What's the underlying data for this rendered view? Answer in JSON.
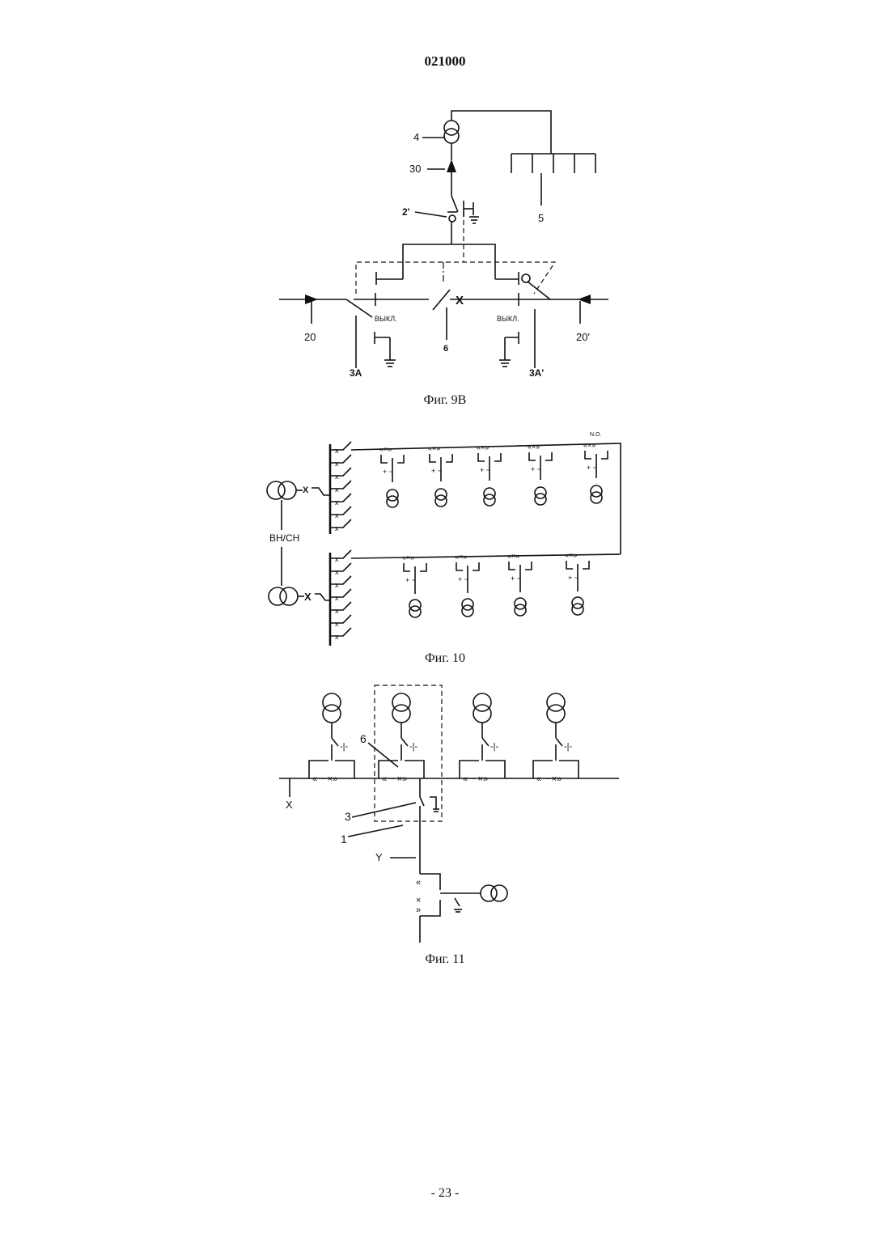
{
  "header": {
    "doc_number": "021000"
  },
  "fig9b": {
    "caption": "Фиг. 9В",
    "labels": {
      "l4": "4",
      "l30": "30",
      "l2p": "2'",
      "l5": "5",
      "l20": "20",
      "l20p": "20'",
      "l6": "6",
      "l3a": "3A",
      "l3ap": "3A'",
      "off_left": "ВЫКЛ.",
      "off_right": "ВЫКЛ.",
      "x_mark": "X"
    }
  },
  "fig10": {
    "caption": "Фиг. 10",
    "labels": {
      "bh_ch": "ВН/СН",
      "no": "N.O.",
      "x1": "X",
      "x2": "X"
    }
  },
  "fig11": {
    "caption": "Фиг. 11",
    "labels": {
      "l6": "6",
      "l3": "3",
      "l1": "1",
      "x": "X",
      "y": "Y"
    }
  },
  "footer": {
    "page_number": "- 23 -"
  }
}
